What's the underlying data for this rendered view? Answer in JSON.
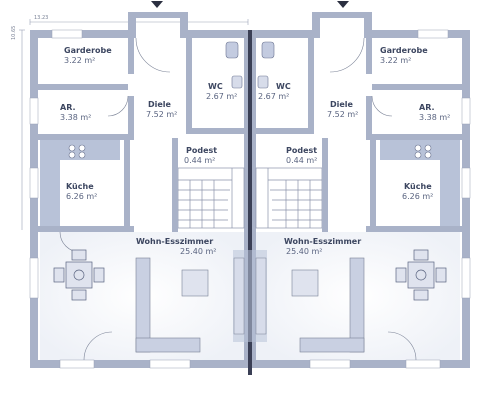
{
  "dimensions": {
    "width_total": "13.23",
    "depth_total": "10.65"
  },
  "rooms": {
    "left": {
      "garderobe": {
        "name": "Garderobe",
        "area": "3.22 m²"
      },
      "ar": {
        "name": "AR.",
        "area": "3.38 m²"
      },
      "diele": {
        "name": "Diele",
        "area": "7.52 m²"
      },
      "wc": {
        "name": "WC",
        "area": "2.67 m²"
      },
      "podest": {
        "name": "Podest",
        "area": "0.44 m²"
      },
      "kueche": {
        "name": "Küche",
        "area": "6.26 m²"
      },
      "wohn": {
        "name": "Wohn-Esszimmer",
        "area": "25.40 m²"
      }
    },
    "right": {
      "garderobe": {
        "name": "Garderobe",
        "area": "3.22 m²"
      },
      "ar": {
        "name": "AR.",
        "area": "3.38 m²"
      },
      "diele": {
        "name": "Diele",
        "area": "7.52 m²"
      },
      "wc": {
        "name": "WC",
        "area": "2.67 m²"
      },
      "podest": {
        "name": "Podest",
        "area": "0.44 m²"
      },
      "kueche": {
        "name": "Küche",
        "area": "6.26 m²"
      },
      "wohn": {
        "name": "Wohn-Esszimmer",
        "area": "25.40 m²"
      }
    }
  },
  "colors": {
    "wall": "#a9b2c8",
    "wall_dark": "#3a3f55",
    "fixture": "#b8c2d8",
    "floor": "#ffffff"
  },
  "icons": [
    "entrance-arrow-icon",
    "toilet-icon",
    "sink-icon",
    "stove-icon",
    "dining-table-icon",
    "sofa-icon",
    "fireplace-icon"
  ]
}
